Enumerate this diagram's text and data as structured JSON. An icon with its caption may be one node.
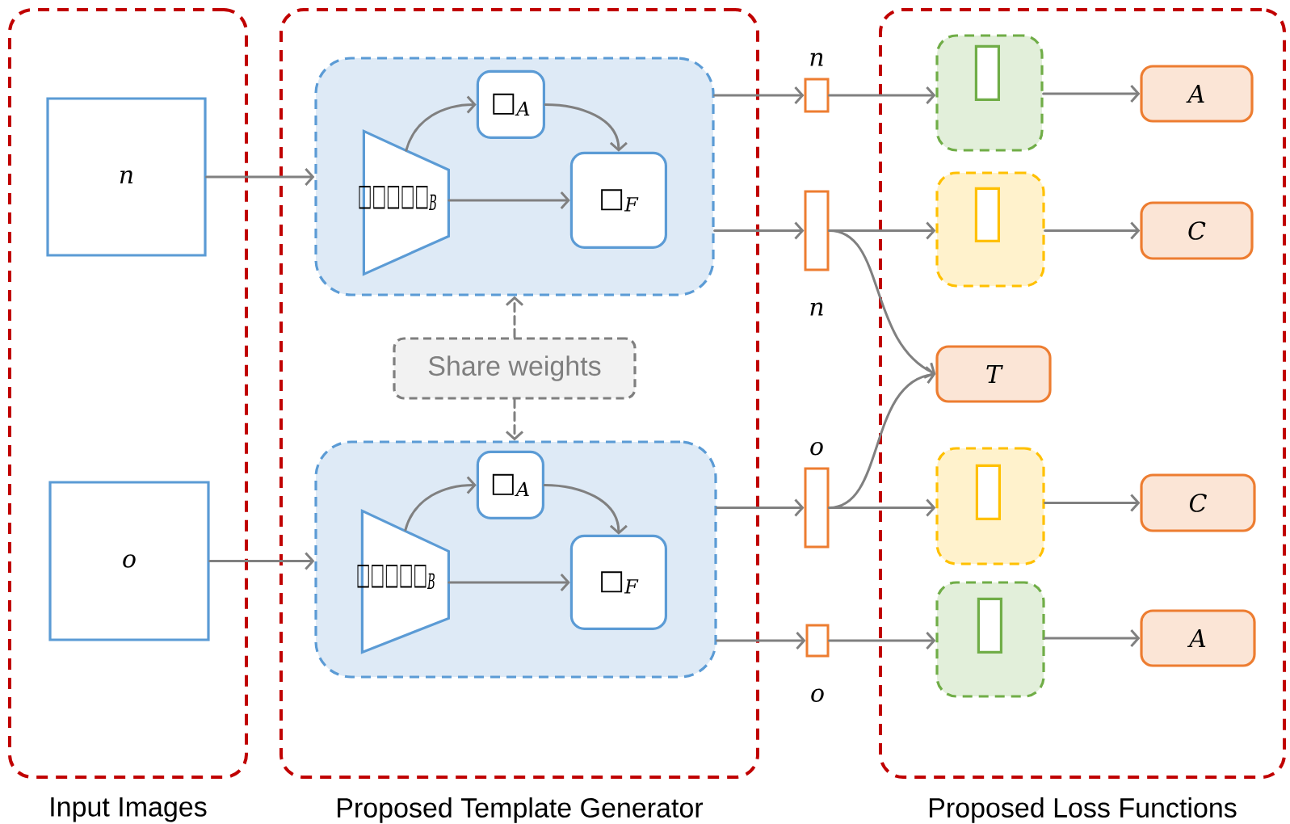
{
  "diagram": {
    "nodes": [
      {
        "text": [
          "Input Images"
        ]
      },
      {
        "text": [
          "Proposed Template Generator"
        ]
      },
      {
        "text": [
          "Proposed Loss Functions"
        ]
      },
      {
        "text": [
          "n"
        ],
        "in": 0
      },
      {
        "text": [
          "o"
        ],
        "in": 0
      },
      {
        "text": [],
        "shape": "box",
        "in": 1
      },
      {
        "text": [
          "□□□□□$_{B}$"
        ],
        "in": 5
      },
      {
        "text": [
          "□$_{A}$"
        ],
        "in": 5
      },
      {
        "text": [
          "□$_{F}$"
        ],
        "in": 5
      },
      {
        "text": [
          "Share weights"
        ],
        "in": 1
      },
      {
        "text": [],
        "shape": "box",
        "in": 1
      },
      {
        "text": [
          "□□□□□$_{B}$"
        ],
        "in": 10
      },
      {
        "text": [
          "□$_{A}$"
        ],
        "in": 10
      },
      {
        "text": [
          "□$_{F}$"
        ],
        "in": 10
      },
      {
        "text": [
          "n"
        ]
      },
      {
        "text": [
          "n"
        ]
      },
      {
        "text": [
          "o"
        ]
      },
      {
        "text": [
          "o"
        ]
      },
      {
        "text": [],
        "shape": "box",
        "in": 2
      },
      {
        "text": [],
        "shape": "bar",
        "in": 18
      },
      {
        "text": [],
        "shape": "box",
        "in": 2
      },
      {
        "text": [],
        "shape": "bar",
        "in": 20
      },
      {
        "text": [
          "T"
        ],
        "in": 2
      },
      {
        "text": [],
        "shape": "box",
        "in": 2
      },
      {
        "text": [],
        "shape": "bar",
        "in": 23
      },
      {
        "text": [],
        "shape": "box",
        "in": 2
      },
      {
        "text": [],
        "shape": "bar",
        "in": 25
      },
      {
        "text": [
          "A"
        ],
        "in": 2
      },
      {
        "text": [
          "C"
        ],
        "in": 2
      },
      {
        "text": [
          "C"
        ],
        "in": 2
      },
      {
        "text": [
          "A"
        ],
        "in": 2
      }
    ],
    "edges": [
      {
        "from": 3,
        "to": 5,
        "arrow": "to"
      },
      {
        "from": 4,
        "to": 10,
        "arrow": "to"
      },
      {
        "from": 6,
        "to": 7,
        "arrow": "to"
      },
      {
        "from": 7,
        "to": 8,
        "arrow": "to"
      },
      {
        "from": 6,
        "to": 8,
        "arrow": "to"
      },
      {
        "from": 11,
        "to": 12,
        "arrow": "to"
      },
      {
        "from": 12,
        "to": 13,
        "arrow": "to"
      },
      {
        "from": 11,
        "to": 13,
        "arrow": "to"
      },
      {
        "from": 9,
        "to": 5,
        "arrow": "to",
        "style": "dashed"
      },
      {
        "from": 9,
        "to": 10,
        "arrow": "to",
        "style": "dashed"
      },
      {
        "from": 5,
        "to": 14,
        "arrow": "to"
      },
      {
        "from": 5,
        "to": 15,
        "arrow": "to"
      },
      {
        "from": 10,
        "to": 16,
        "arrow": "to"
      },
      {
        "from": 10,
        "to": 17,
        "arrow": "to"
      },
      {
        "from": 14,
        "to": 18,
        "arrow": "to"
      },
      {
        "from": 15,
        "to": 20,
        "arrow": "to"
      },
      {
        "from": 15,
        "to": 22,
        "arrow": "to"
      },
      {
        "from": 16,
        "to": 22,
        "arrow": "to"
      },
      {
        "from": 16,
        "to": 23,
        "arrow": "to"
      },
      {
        "from": 17,
        "to": 25,
        "arrow": "to"
      },
      {
        "from": 18,
        "to": 27,
        "arrow": "to"
      },
      {
        "from": 20,
        "to": 28,
        "arrow": "to"
      },
      {
        "from": 23,
        "to": 29,
        "arrow": "to"
      },
      {
        "from": 25,
        "to": 30,
        "arrow": "to"
      }
    ]
  }
}
